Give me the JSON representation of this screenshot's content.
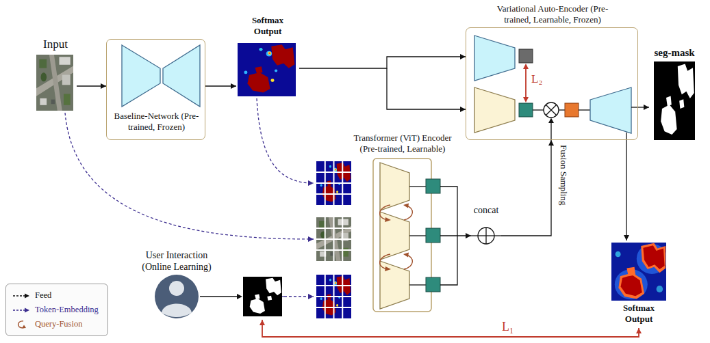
{
  "diagram": {
    "nodes": [
      {
        "text": [
          "Input"
        ]
      },
      {
        "text": [
          "Baseline-Network (Pre-trained, Frozen)"
        ]
      },
      {
        "text": [
          "Softmax Output"
        ]
      },
      {
        "text": [
          "Variational Auto-Encoder (Pre-trained, Learnable, Frozen)"
        ]
      },
      {
        "text": [
          "seg-mask"
        ]
      },
      {
        "text": [
          "Transformer (ViT) Encoder (Pre-trained, Learnable)"
        ]
      },
      {
        "text": [
          "concat"
        ]
      },
      {
        "text": [
          "User Interaction (Online Learning)"
        ]
      },
      {
        "text": [
          "Softmax Output"
        ]
      }
    ],
    "edges": [
      {
        "from": 0,
        "to": 1,
        "arrow": "to"
      },
      {
        "from": 1,
        "to": 2,
        "arrow": "to"
      },
      {
        "from": 2,
        "to": 3,
        "arrow": "to"
      },
      {
        "from": 3,
        "to": 4,
        "arrow": "to"
      },
      {
        "from": 3,
        "to": 8,
        "arrow": "to"
      },
      {
        "from": 0,
        "to": 5,
        "arrow": "to"
      },
      {
        "from": 2,
        "to": 5,
        "arrow": "to"
      },
      {
        "from": 7,
        "to": 5,
        "arrow": "to"
      },
      {
        "from": 5,
        "to": 6,
        "arrow": "to"
      },
      {
        "from": 6,
        "to": 3,
        "label": "Fusion Sampling",
        "arrow": "to"
      },
      {
        "from": 8,
        "to": 7,
        "label": "L₁",
        "arrow": "both"
      }
    ],
    "labels": [
      "L₂"
    ],
    "legend": [
      {
        "text": "Feed"
      },
      {
        "text": "Token-Embedding"
      },
      {
        "text": "Query-Fusion"
      }
    ]
  }
}
